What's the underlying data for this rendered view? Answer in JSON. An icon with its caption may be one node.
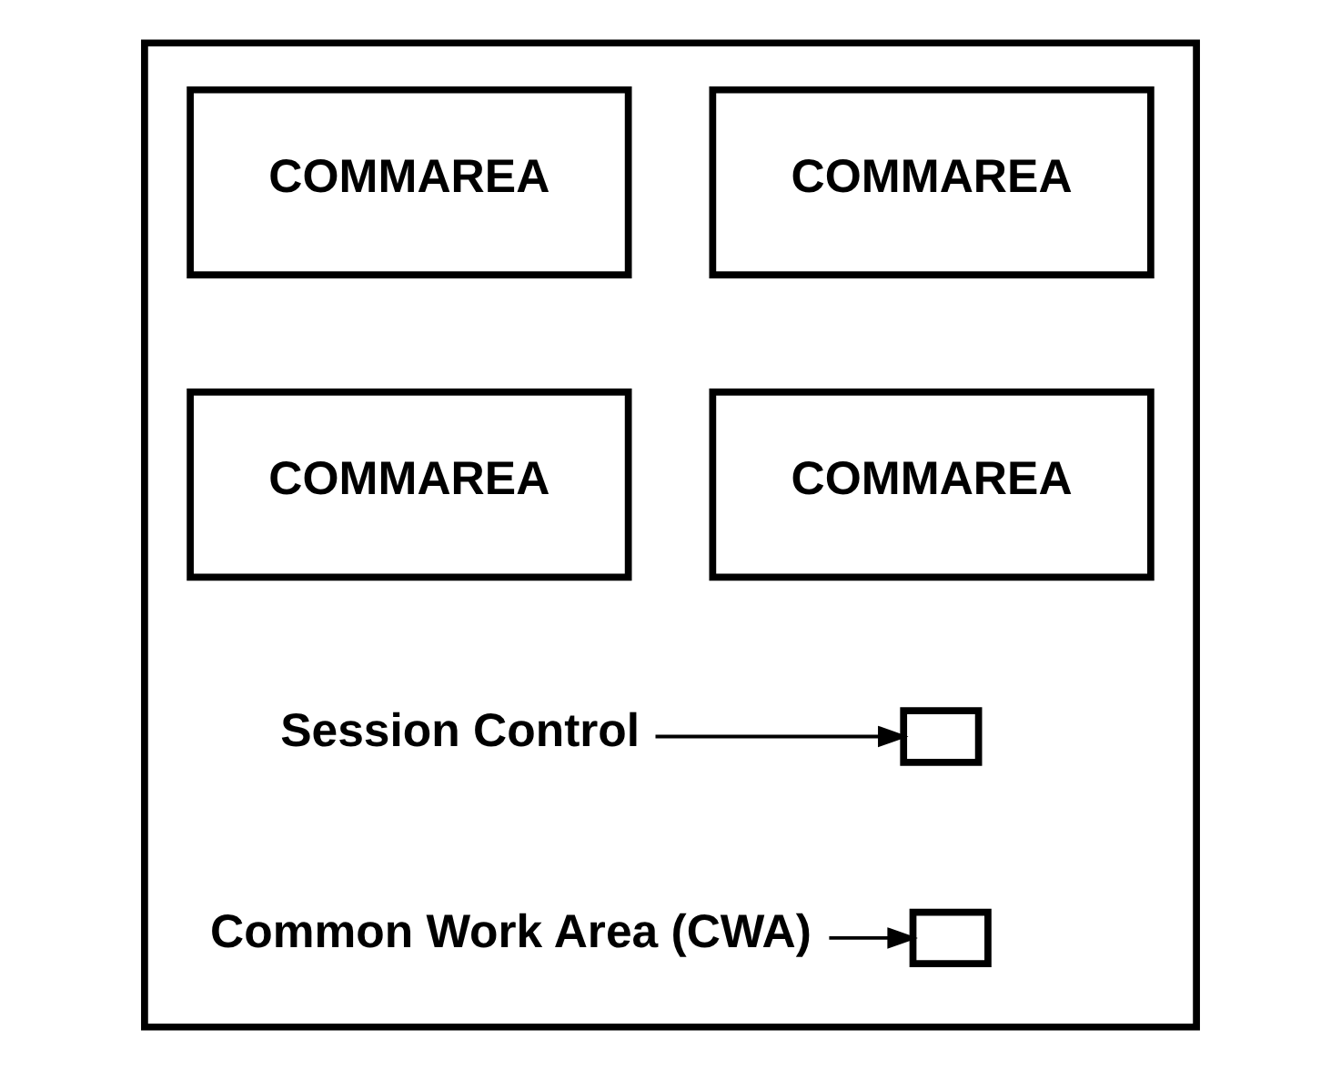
{
  "diagram": {
    "nodes": [
      {
        "text": [],
        "shape": "box"
      },
      {
        "text": [
          "COMMAREA"
        ],
        "in": 0
      },
      {
        "text": [
          "COMMAREA"
        ],
        "in": 0
      },
      {
        "text": [
          "COMMAREA"
        ],
        "in": 0
      },
      {
        "text": [
          "COMMAREA"
        ],
        "in": 0
      },
      {
        "text": [],
        "shape": "box",
        "in": 0
      },
      {
        "text": [
          "Session Control"
        ],
        "in": 0
      },
      {
        "text": [],
        "shape": "box",
        "in": 0
      },
      {
        "text": [
          "Common Work Area (CWA)"
        ],
        "in": 0
      }
    ],
    "edges": [
      {
        "from": 6,
        "to": 5,
        "arrow": "to"
      },
      {
        "from": 8,
        "to": 7,
        "arrow": "to"
      }
    ]
  }
}
